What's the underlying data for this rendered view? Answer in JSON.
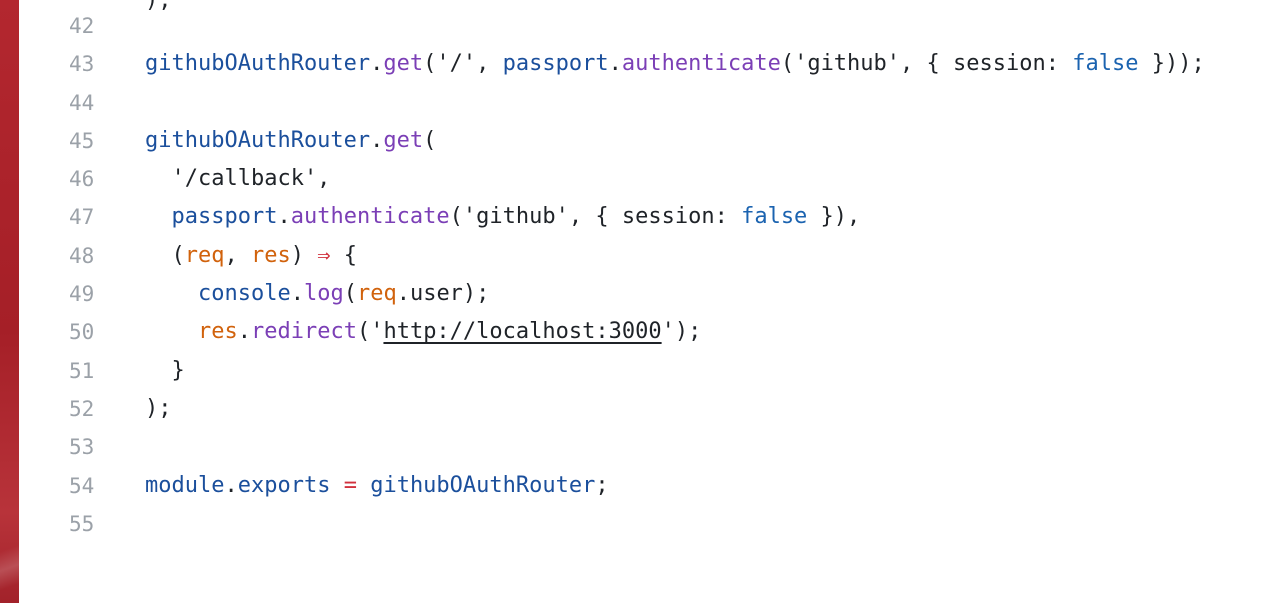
{
  "colors": {
    "accent_edge": "#b3272f",
    "identifier": "#1b4f9c",
    "function": "#7b3fb6",
    "keyword": "#1b63b0",
    "parameter": "#d1620c",
    "operator": "#d1313d",
    "line_number": "#9ba1a8"
  },
  "editor": {
    "partial_top_text": ");",
    "lines": [
      {
        "number": "42",
        "tokens": []
      },
      {
        "number": "43",
        "tokens": [
          {
            "t": "githubOAuthRouter",
            "k": "ident"
          },
          {
            "t": ".",
            "k": "punc"
          },
          {
            "t": "get",
            "k": "func"
          },
          {
            "t": "('/', ",
            "k": "str"
          },
          {
            "t": "passport",
            "k": "ident"
          },
          {
            "t": ".",
            "k": "punc"
          },
          {
            "t": "authenticate",
            "k": "func"
          },
          {
            "t": "('github', { session: ",
            "k": "str"
          },
          {
            "t": "false",
            "k": "kw"
          },
          {
            "t": " }));",
            "k": "punc"
          }
        ]
      },
      {
        "number": "44",
        "tokens": []
      },
      {
        "number": "45",
        "tokens": [
          {
            "t": "githubOAuthRouter",
            "k": "ident"
          },
          {
            "t": ".",
            "k": "punc"
          },
          {
            "t": "get",
            "k": "func"
          },
          {
            "t": "(",
            "k": "punc"
          }
        ]
      },
      {
        "number": "46",
        "tokens": [
          {
            "t": "  '/callback',",
            "k": "str"
          }
        ]
      },
      {
        "number": "47",
        "tokens": [
          {
            "t": "  ",
            "k": "punc"
          },
          {
            "t": "passport",
            "k": "ident"
          },
          {
            "t": ".",
            "k": "punc"
          },
          {
            "t": "authenticate",
            "k": "func"
          },
          {
            "t": "('github', { session: ",
            "k": "str"
          },
          {
            "t": "false",
            "k": "kw"
          },
          {
            "t": " }),",
            "k": "punc"
          }
        ]
      },
      {
        "number": "48",
        "tokens": [
          {
            "t": "  (",
            "k": "punc"
          },
          {
            "t": "req",
            "k": "param"
          },
          {
            "t": ", ",
            "k": "punc"
          },
          {
            "t": "res",
            "k": "param"
          },
          {
            "t": ") ",
            "k": "punc"
          },
          {
            "t": "⇒",
            "k": "op"
          },
          {
            "t": " {",
            "k": "punc"
          }
        ]
      },
      {
        "number": "49",
        "tokens": [
          {
            "t": "    ",
            "k": "punc"
          },
          {
            "t": "console",
            "k": "ident"
          },
          {
            "t": ".",
            "k": "punc"
          },
          {
            "t": "log",
            "k": "func"
          },
          {
            "t": "(",
            "k": "punc"
          },
          {
            "t": "req",
            "k": "param"
          },
          {
            "t": ".user);",
            "k": "punc"
          }
        ]
      },
      {
        "number": "50",
        "tokens": [
          {
            "t": "    ",
            "k": "punc"
          },
          {
            "t": "res",
            "k": "param"
          },
          {
            "t": ".",
            "k": "punc"
          },
          {
            "t": "redirect",
            "k": "func"
          },
          {
            "t": "('",
            "k": "punc"
          },
          {
            "t": "http://localhost:3000",
            "k": "url"
          },
          {
            "t": "');",
            "k": "punc"
          }
        ]
      },
      {
        "number": "51",
        "tokens": [
          {
            "t": "  }",
            "k": "punc"
          }
        ]
      },
      {
        "number": "52",
        "tokens": [
          {
            "t": ");",
            "k": "punc"
          }
        ]
      },
      {
        "number": "53",
        "tokens": []
      },
      {
        "number": "54",
        "tokens": [
          {
            "t": "module",
            "k": "ident"
          },
          {
            "t": ".",
            "k": "punc"
          },
          {
            "t": "exports",
            "k": "ident"
          },
          {
            "t": " ",
            "k": "punc"
          },
          {
            "t": "=",
            "k": "op"
          },
          {
            "t": " ",
            "k": "punc"
          },
          {
            "t": "githubOAuthRouter",
            "k": "ident"
          },
          {
            "t": ";",
            "k": "punc"
          }
        ]
      },
      {
        "number": "55",
        "tokens": []
      }
    ]
  }
}
